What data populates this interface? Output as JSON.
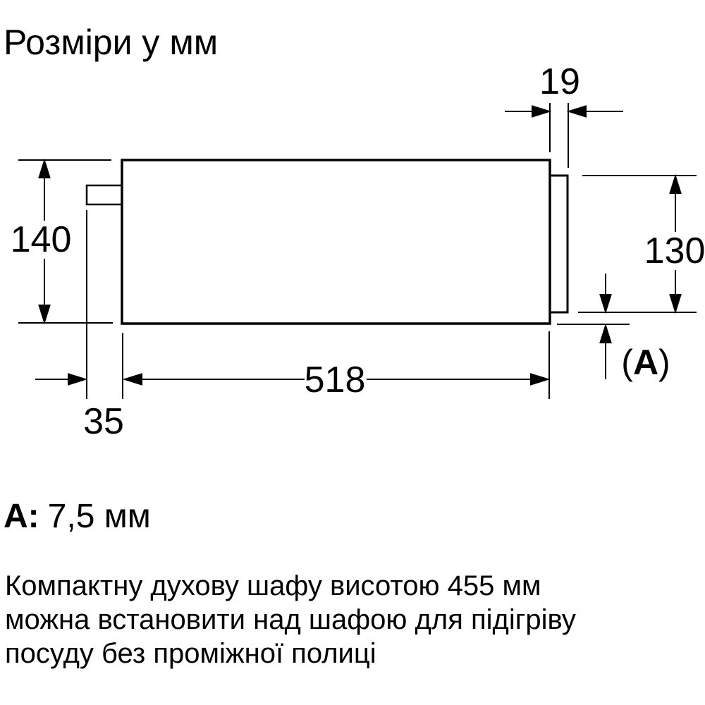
{
  "title": "Розміри у мм",
  "diagram": {
    "description": "side-view installation drawing of warming drawer",
    "labels": {
      "d19": "19",
      "d140": "140",
      "d130": "130",
      "d518": "518",
      "d35": "35"
    },
    "gap_label": {
      "open": "(",
      "letter": "A",
      "close": ")"
    }
  },
  "legend": {
    "key": "A:",
    "value": "7,5 мм"
  },
  "note": {
    "lines": [
      "Компактну духову шафу висотою 455 мм",
      "можна встановити над шафою для підігріву",
      "посуду без проміжної полиці"
    ]
  },
  "colors": {
    "line": "#000000",
    "background": "#ffffff"
  }
}
